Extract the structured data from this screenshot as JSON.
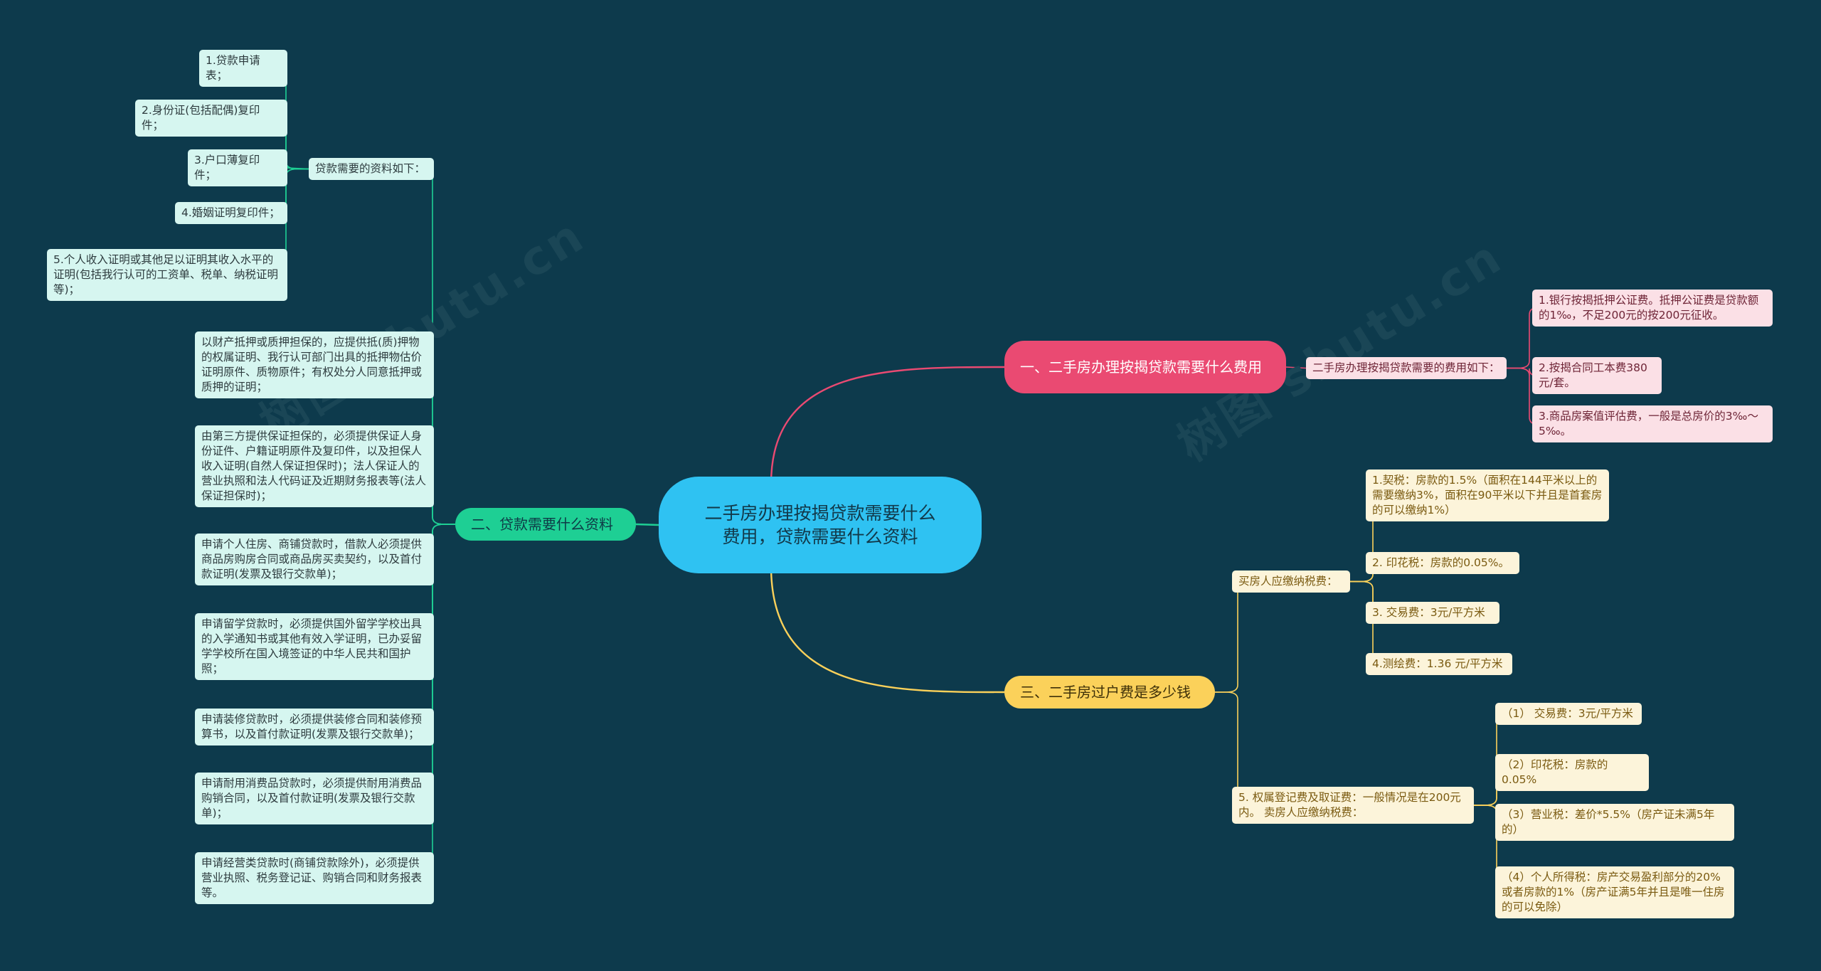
{
  "watermark": "树图 shutu.cn",
  "colors": {
    "background": "#0d3a4c",
    "root": "#2fc2f2",
    "pink": "#ea4a72",
    "teal": "#1ecf94",
    "yellow": "#fbd15a"
  },
  "root": {
    "label": "二手房办理按揭贷款需要什么费用，贷款需要什么资料"
  },
  "branch1": {
    "label": "一、二手房办理按揭贷款需要什么费用",
    "sub": "二手房办理按揭贷款需要的费用如下：",
    "items": [
      "1.银行按揭抵押公证费。抵押公证费是贷款额的1‰，不足200元的按200元征收。",
      "2.按揭合同工本费380元/套。",
      "3.商品房案值评估费，一般是总房价的3‰～5‰。"
    ]
  },
  "branch2": {
    "label": "二、贷款需要什么资料",
    "sub": "贷款需要的资料如下：",
    "sub_items": [
      "1.贷款申请表；",
      "2.身份证(包括配偶)复印件；",
      "3.户口薄复印件；",
      "4.婚姻证明复印件；",
      "5.个人收入证明或其他足以证明其收入水平的证明(包括我行认可的工资单、税单、纳税证明等)；"
    ],
    "items": [
      "以财产抵押或质押担保的，应提供抵(质)押物的权属证明、我行认可部门出具的抵押物估价证明原件、质物原件；有权处分人同意抵押或质押的证明；",
      "由第三方提供保证担保的，必须提供保证人身份证件、户籍证明原件及复印件，以及担保人收入证明(自然人保证担保时)；法人保证人的营业执照和法人代码证及近期财务报表等(法人保证担保时)；",
      "申请个人住房、商铺贷款时，借款人必须提供商品房购房合同或商品房买卖契约，以及首付款证明(发票及银行交款单)；",
      "申请留学贷款时，必须提供国外留学学校出具的入学通知书或其他有效入学证明，已办妥留学学校所在国入境签证的中华人民共和国护照；",
      "申请装修贷款时，必须提供装修合同和装修预算书，以及首付款证明(发票及银行交款单)；",
      "申请耐用消费品贷款时，必须提供耐用消费品购销合同，以及首付款证明(发票及银行交款单)；",
      "申请经营类贷款时(商铺贷款除外)，必须提供营业执照、税务登记证、购销合同和财务报表等。"
    ]
  },
  "branch3": {
    "label": "三、二手房过户费是多少钱",
    "buyer": {
      "label": "买房人应缴纳税费：",
      "items": [
        "1.契税：房款的1.5%（面积在144平米以上的需要缴纳3%，面积在90平米以下并且是首套房的可以缴纳1%）",
        "2. 印花税：房款的0.05%。",
        "3. 交易费：3元/平方米",
        "4.测绘费：1.36 元/平方米"
      ]
    },
    "seller": {
      "label": "5. 权属登记费及取证费：一般情况是在200元内。 卖房人应缴纳税费：",
      "items": [
        "（1） 交易费：3元/平方米",
        "（2）印花税：房款的0.05%",
        "（3）营业税：差价*5.5%（房产证未满5年的）",
        "（4）个人所得税：房产交易盈利部分的20%或者房款的1%（房产证满5年并且是唯一住房的可以免除）"
      ]
    }
  }
}
